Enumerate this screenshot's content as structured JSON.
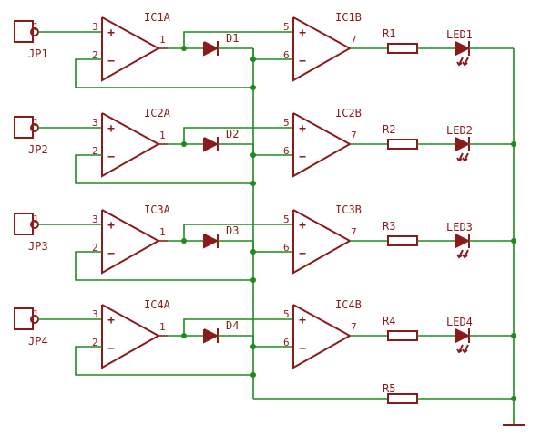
{
  "rows": [
    {
      "jp": "JP1",
      "jp_pin": "1",
      "opa": "IC1A",
      "opa_in_plus": "3",
      "opa_in_minus": "2",
      "opa_out": "1",
      "diode": "D1",
      "opb": "IC1B",
      "opb_in_plus": "5",
      "opb_in_minus": "6",
      "opb_out": "7",
      "res": "R1",
      "led": "LED1"
    },
    {
      "jp": "JP2",
      "jp_pin": "1",
      "opa": "IC2A",
      "opa_in_plus": "3",
      "opa_in_minus": "2",
      "opa_out": "1",
      "diode": "D2",
      "opb": "IC2B",
      "opb_in_plus": "5",
      "opb_in_minus": "6",
      "opb_out": "7",
      "res": "R2",
      "led": "LED2"
    },
    {
      "jp": "JP3",
      "jp_pin": "1",
      "opa": "IC3A",
      "opa_in_plus": "3",
      "opa_in_minus": "2",
      "opa_out": "1",
      "diode": "D3",
      "opb": "IC3B",
      "opb_in_plus": "5",
      "opb_in_minus": "6",
      "opb_out": "7",
      "res": "R3",
      "led": "LED3"
    },
    {
      "jp": "JP4",
      "jp_pin": "1",
      "opa": "IC4A",
      "opa_in_plus": "3",
      "opa_in_minus": "2",
      "opa_out": "1",
      "diode": "D4",
      "opb": "IC4B",
      "opb_in_plus": "5",
      "opb_in_minus": "6",
      "opb_out": "7",
      "res": "R4",
      "led": "LED4"
    }
  ],
  "bottom_resistor": "R5",
  "symbols": {
    "plus": "+",
    "minus": "−"
  },
  "icons": {
    "ground": "ground-icon",
    "diode": "diode-icon",
    "led": "led-icon",
    "resistor": "resistor-icon",
    "opamp": "opamp-icon",
    "connector": "connector-icon"
  },
  "colors": {
    "wire": "#1e8a1e",
    "part": "#8b1a1a",
    "background": "#ffffff"
  }
}
